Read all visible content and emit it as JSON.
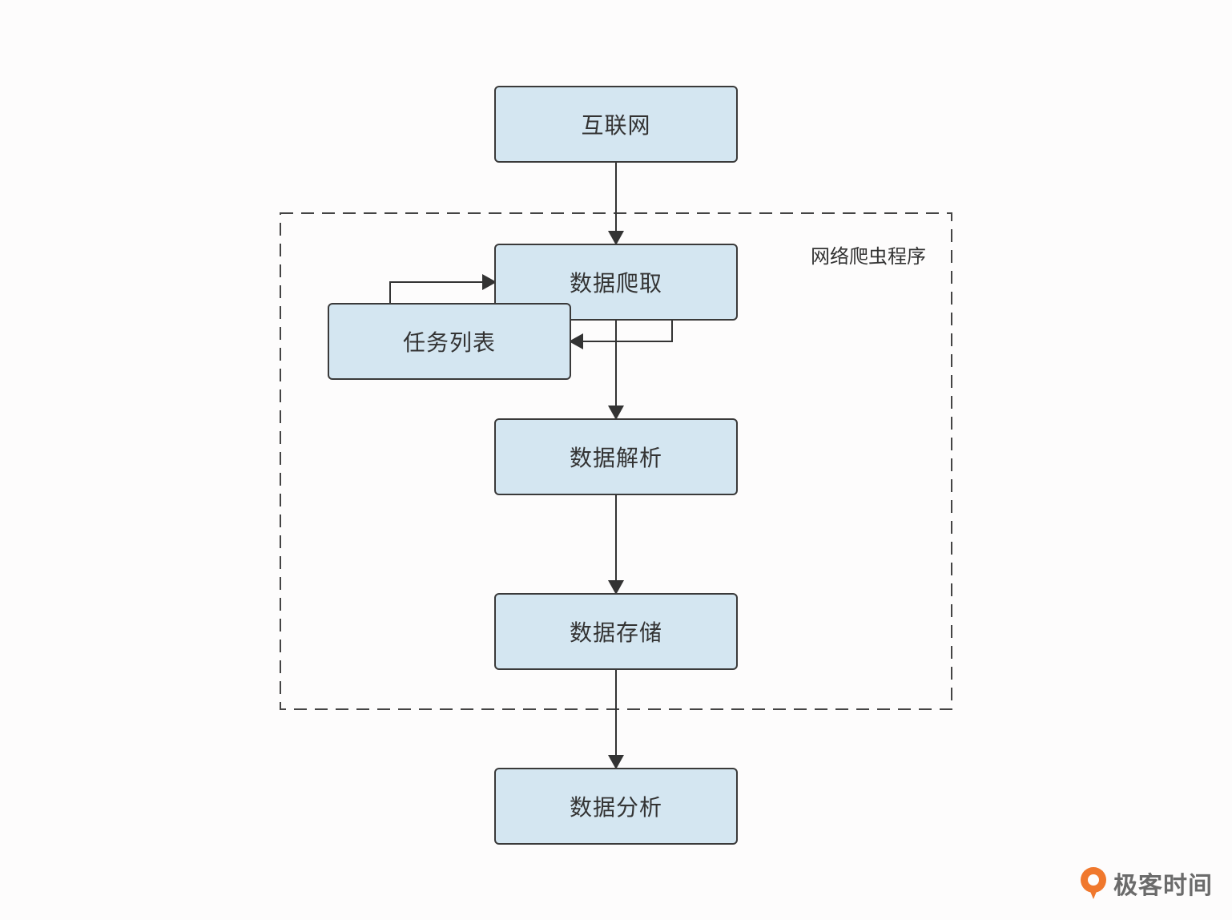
{
  "diagram": {
    "group_label": "网络爬虫程序",
    "nodes": {
      "internet": "互联网",
      "crawl": "数据爬取",
      "tasks": "任务列表",
      "parse": "数据解析",
      "store": "数据存储",
      "analyze": "数据分析"
    },
    "edges": [
      {
        "from": "internet",
        "to": "crawl"
      },
      {
        "from": "crawl",
        "to": "tasks"
      },
      {
        "from": "tasks",
        "to": "crawl"
      },
      {
        "from": "crawl",
        "to": "parse"
      },
      {
        "from": "parse",
        "to": "store"
      },
      {
        "from": "store",
        "to": "analyze"
      }
    ]
  },
  "colors": {
    "node_fill": "#d4e6f1",
    "stroke": "#3a3a3a",
    "brand_orange": "#f0782d",
    "brand_text": "#6b6b6b"
  },
  "brand": {
    "name": "极客时间",
    "icon": "geektime-logo-icon"
  }
}
